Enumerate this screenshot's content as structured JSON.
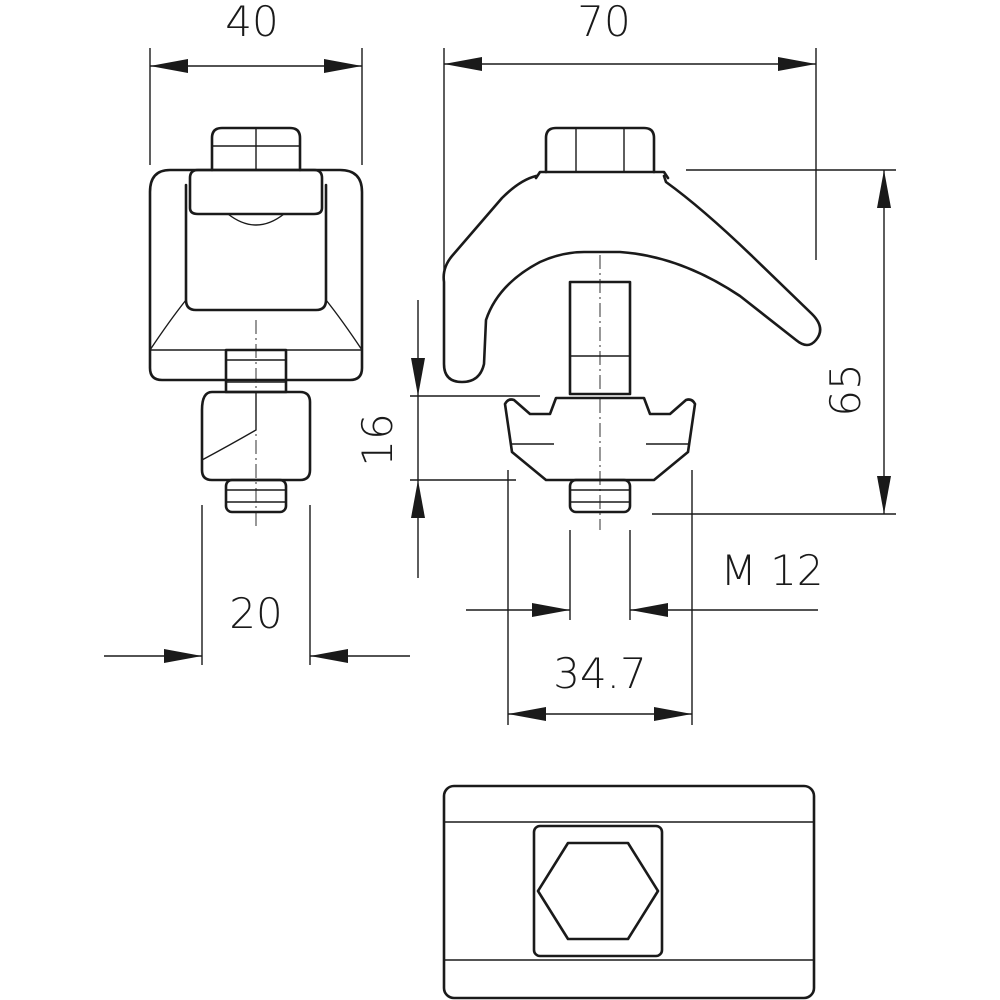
{
  "dimensions": {
    "width_side": "40",
    "width_front": "70",
    "height_total": "65",
    "clamp_height": "16",
    "thread": "M 12",
    "nut_width": "20",
    "jaw_width": "34.7"
  },
  "colors": {
    "line": "#1a1a1a",
    "background": "#ffffff"
  }
}
